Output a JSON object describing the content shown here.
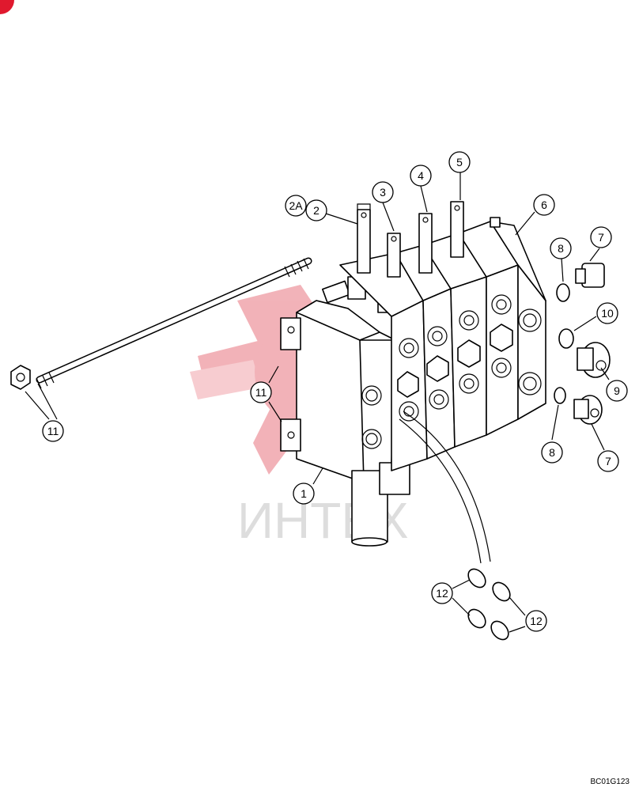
{
  "watermark": {
    "text": "ИНТЕХ",
    "logo_color": "#e8747f",
    "text_color": "#cfcfcf"
  },
  "drawing_id": "BC01G123",
  "callouts": [
    {
      "id": "c-2A",
      "label": "2A"
    },
    {
      "id": "c-2",
      "label": "2"
    },
    {
      "id": "c-3",
      "label": "3"
    },
    {
      "id": "c-4",
      "label": "4"
    },
    {
      "id": "c-5",
      "label": "5"
    },
    {
      "id": "c-6",
      "label": "6"
    },
    {
      "id": "c-8a",
      "label": "8"
    },
    {
      "id": "c-7a",
      "label": "7"
    },
    {
      "id": "c-10",
      "label": "10"
    },
    {
      "id": "c-9",
      "label": "9"
    },
    {
      "id": "c-8b",
      "label": "8"
    },
    {
      "id": "c-7b",
      "label": "7"
    },
    {
      "id": "c-11a",
      "label": "11"
    },
    {
      "id": "c-11b",
      "label": "11"
    },
    {
      "id": "c-1",
      "label": "1"
    },
    {
      "id": "c-12a",
      "label": "12"
    },
    {
      "id": "c-12b",
      "label": "12"
    }
  ]
}
